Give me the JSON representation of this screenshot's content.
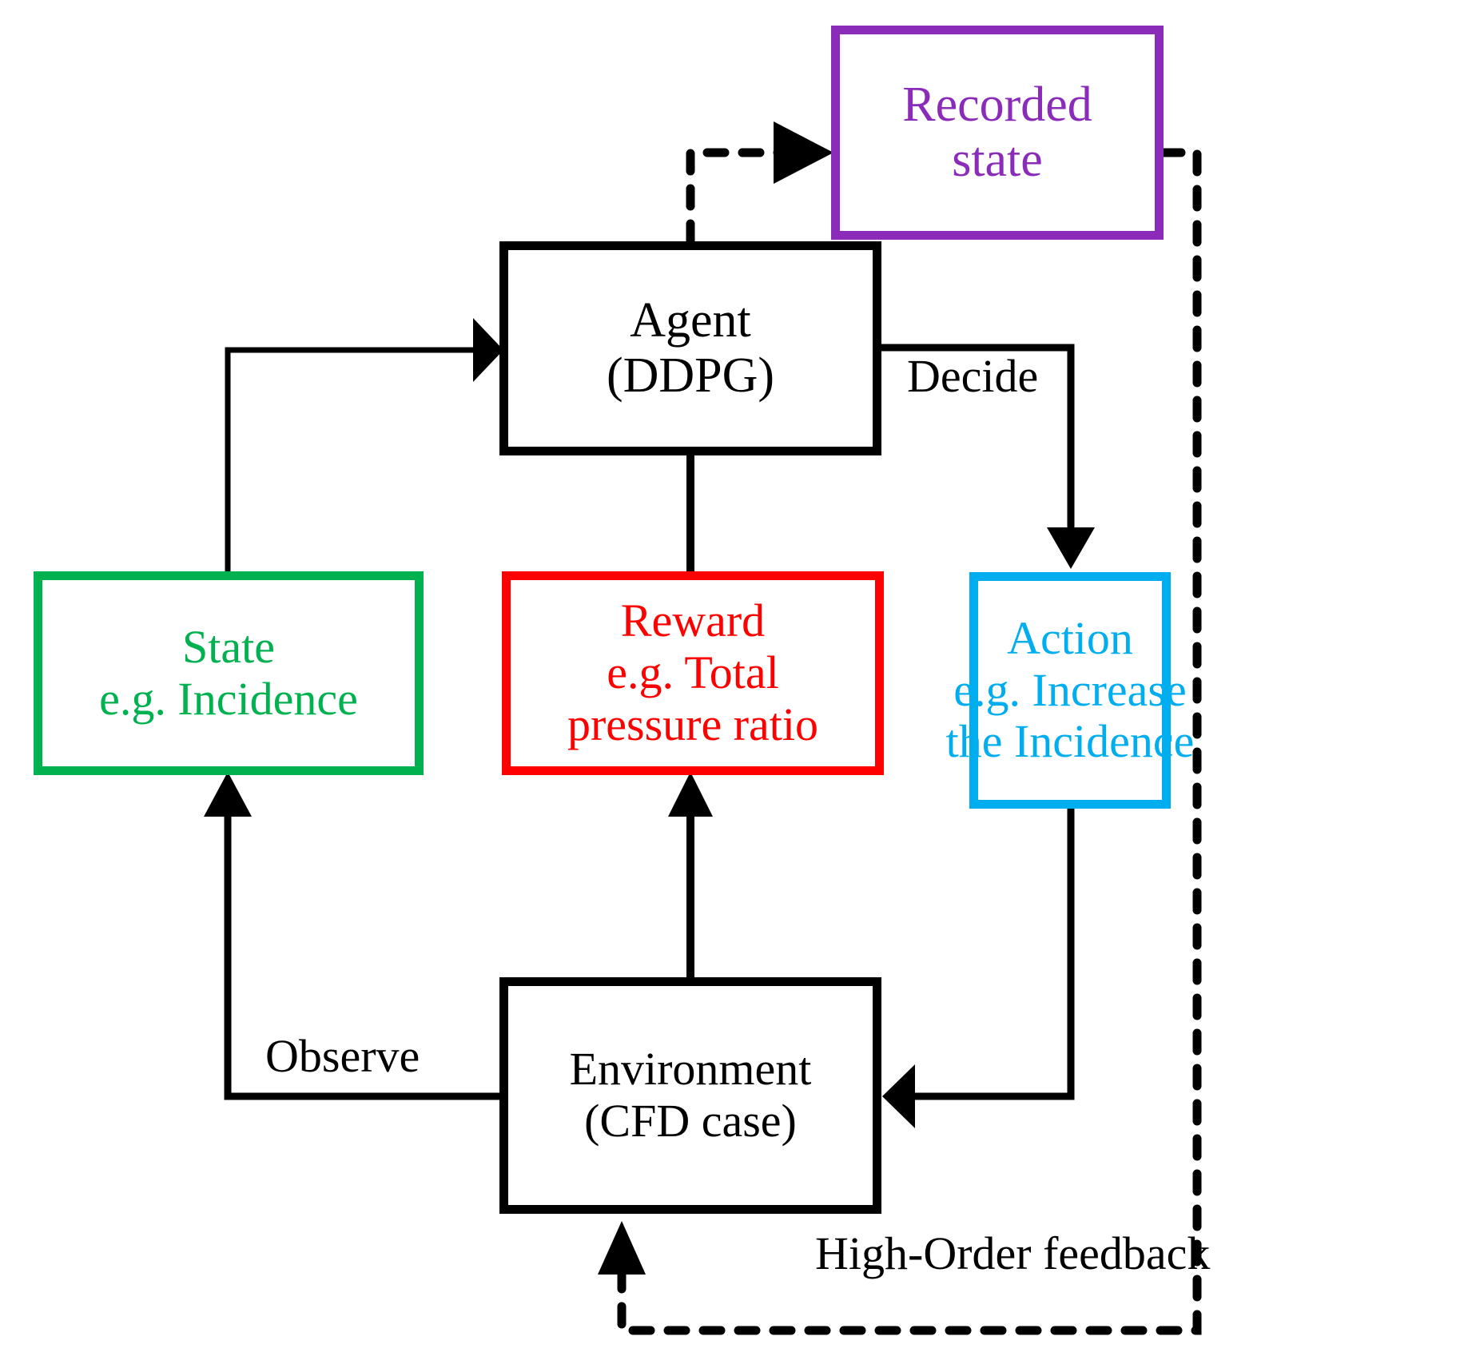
{
  "diagram": {
    "title": "Deep reinforcement learning loop for CFD optimisation",
    "background": "#ffffff",
    "nodes": [
      {
        "id": "recorded-state",
        "lines": [
          "Recorded",
          "state"
        ],
        "color": "#8B2BB9",
        "style": "solid-border"
      },
      {
        "id": "agent",
        "lines": [
          "Agent",
          "(DDPG)"
        ],
        "color": "#000000",
        "style": "solid-border"
      },
      {
        "id": "state",
        "lines": [
          "State",
          "e.g. Incidence"
        ],
        "color": "#00B14F",
        "style": "solid-border"
      },
      {
        "id": "reward",
        "lines": [
          "Reward",
          "e.g. Total",
          "pressure ratio"
        ],
        "color": "#FF0000",
        "style": "solid-border"
      },
      {
        "id": "action",
        "lines": [
          "Action",
          "e.g. Increase",
          "the Incidence"
        ],
        "color": "#00AEEF",
        "style": "solid-border"
      },
      {
        "id": "environment",
        "lines": [
          "Environment",
          "(CFD case)"
        ],
        "color": "#000000",
        "style": "solid-border"
      }
    ],
    "edge_labels": {
      "decide": "Decide",
      "observe": "Observe",
      "high_order_feedback": "High-Order feedback"
    },
    "edges": [
      {
        "from": "state",
        "to": "agent",
        "label": "",
        "style": "solid",
        "arrow": "right"
      },
      {
        "from": "reward",
        "to": "agent",
        "label": "",
        "style": "solid",
        "arrow": "up"
      },
      {
        "from": "agent",
        "to": "action",
        "label": "Decide",
        "style": "solid",
        "arrow": "down"
      },
      {
        "from": "action",
        "to": "environment",
        "label": "",
        "style": "solid",
        "arrow": "left"
      },
      {
        "from": "environment",
        "to": "state",
        "label": "Observe",
        "style": "solid",
        "arrow": "up"
      },
      {
        "from": "environment",
        "to": "reward",
        "label": "",
        "style": "solid",
        "arrow": "up"
      },
      {
        "from": "agent",
        "to": "recorded-state",
        "label": "",
        "style": "dotted",
        "arrow": "right"
      },
      {
        "from": "recorded-state",
        "to": "environment",
        "label": "High-Order feedback",
        "style": "dotted",
        "arrow": "up"
      }
    ]
  }
}
